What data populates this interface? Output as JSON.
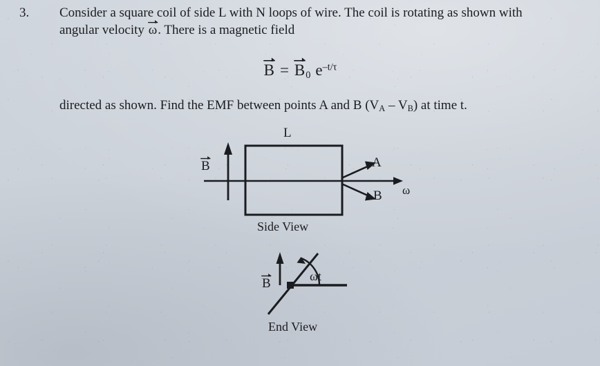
{
  "problem": {
    "number": "3.",
    "line1": "Consider a square coil of side L with N loops of wire.  The coil is rotating as shown with",
    "line2_before_vec": "angular velocity ",
    "line2_vec_symbol": "ω",
    "line2_after_vec": ".  There is a magnetic field",
    "line3": "directed as shown.  Find the EMF between points A and B (V",
    "line3_sub_a": "A",
    "line3_mid": " – V",
    "line3_sub_b": "B",
    "line3_end": ") at time t."
  },
  "equation": {
    "lhs_symbol": "B",
    "equals": "=",
    "rhs_symbol": "B",
    "rhs_subscript": "0",
    "exponential_base": "e",
    "exponent": "–t/τ"
  },
  "side_view": {
    "label_L": "L",
    "label_B_field": "B",
    "label_point_A": "A",
    "label_point_B": "B",
    "label_omega": "ω",
    "caption": "Side View"
  },
  "end_view": {
    "label_B_field": "B",
    "label_angle": "ωt",
    "caption": "End View"
  },
  "colors": {
    "paper": "#ccd2da",
    "ink": "#1a1c20"
  }
}
